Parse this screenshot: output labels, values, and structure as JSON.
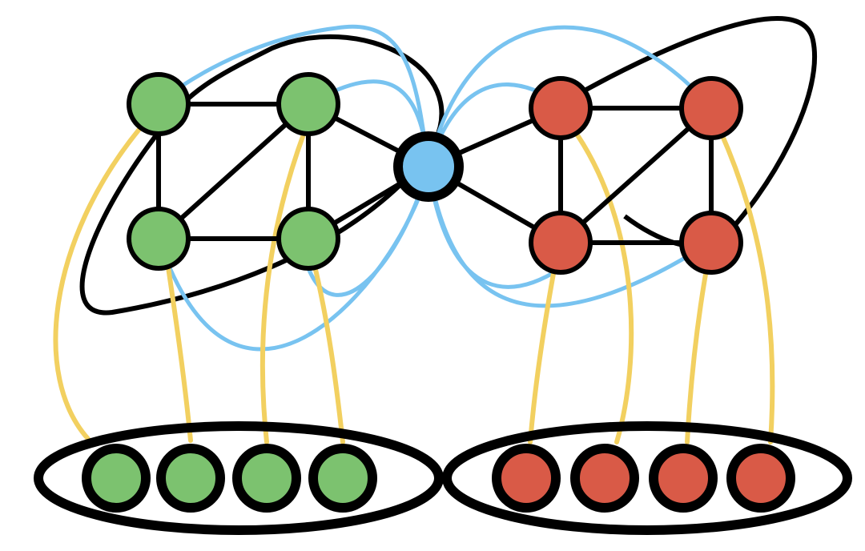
{
  "colors": {
    "background": "#ffffff",
    "outline": "#000000",
    "green_node": "#7cc26f",
    "red_node": "#d95a47",
    "blue_node": "#78c3f0",
    "blue_edge": "#78c3f0",
    "yellow_edge": "#f2d060"
  },
  "graph": {
    "groups": [
      {
        "name": "green",
        "color_key": "green_node",
        "graph_nodes": 4,
        "row_nodes": 4
      },
      {
        "name": "red",
        "color_key": "red_node",
        "graph_nodes": 4,
        "row_nodes": 4
      }
    ],
    "hub": {
      "color_key": "blue_node"
    },
    "edge_types": [
      "black-edge",
      "blue-edge",
      "yellow-edge"
    ],
    "ellipse_enclosures": 4
  }
}
